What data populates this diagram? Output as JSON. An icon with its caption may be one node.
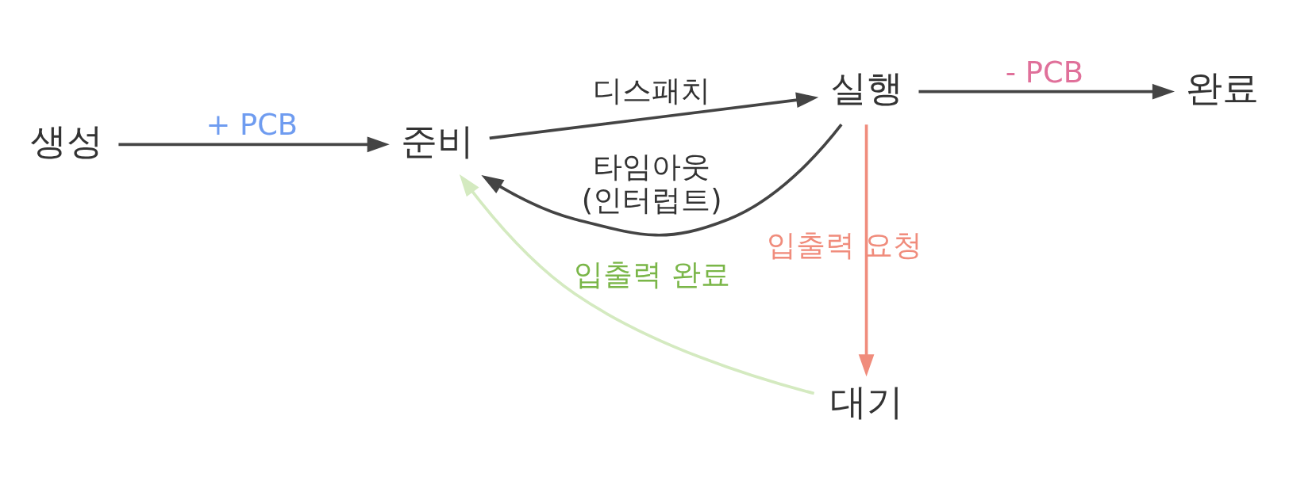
{
  "diagram": {
    "nodes": [
      {
        "text": [
          "생성"
        ]
      },
      {
        "text": [
          "준비"
        ]
      },
      {
        "text": [
          "실행"
        ]
      },
      {
        "text": [
          "완료"
        ]
      },
      {
        "text": [
          "대기"
        ]
      }
    ],
    "edges": [
      {
        "from": 0,
        "to": 1,
        "arrow": "to",
        "label": "+ PCB"
      },
      {
        "from": 1,
        "to": 2,
        "arrow": "to",
        "label": "디스패치"
      },
      {
        "from": 2,
        "to": 1,
        "arrow": "to",
        "label": "타임아웃 (인터럽트)"
      },
      {
        "from": 2,
        "to": 3,
        "arrow": "to",
        "label": "- PCB"
      },
      {
        "from": 2,
        "to": 4,
        "arrow": "to",
        "label": "입출력 요청",
        "color": "#f08c7c"
      },
      {
        "from": 4,
        "to": 1,
        "arrow": "to",
        "label": "입출력 완료",
        "color": "#d4eac0"
      }
    ]
  }
}
